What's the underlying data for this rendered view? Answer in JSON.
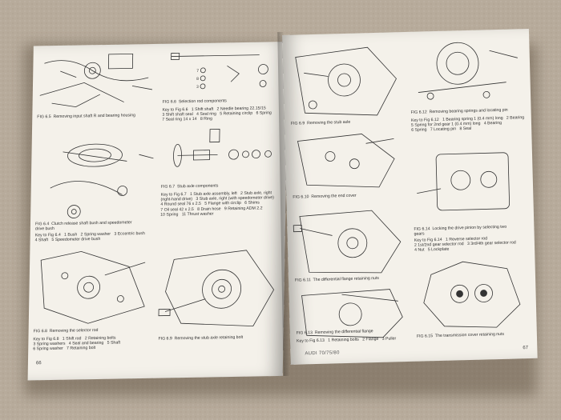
{
  "left_page": {
    "page_number": "66",
    "figures": [
      {
        "id": "fig-6-5",
        "caption": "FIG 6.5  Removing input shaft R and bearing housing"
      },
      {
        "id": "fig-6-6",
        "caption": "FIG 6.6  Selection rod components"
      },
      {
        "id": "fig-6-6-key",
        "caption": "Key to Fig 6.6   1 Shift shaft   2 Needle bearing 22.15/15\n3 Shift shaft seal   4 Seal ring   5 Retaining circlip   6 Spring\n7 Seal ring 14 x 14   8 Ring"
      },
      {
        "id": "fig-6-4",
        "caption": "FIG 6.4  Clutch release shaft bush and speedometer\ndrive bush"
      },
      {
        "id": "fig-6-4-key",
        "caption": "Key to Fig 6.4   1 Bush   2 Spring washer   3 Eccentric bush\n4 Shaft   5 Speedometer drive bush"
      },
      {
        "id": "fig-6-7",
        "caption": "FIG 6.7  Stub axle components"
      },
      {
        "id": "fig-6-7-key",
        "caption": "Key to Fig 6.7   1 Stub axle assembly, left   2 Stub axle, right\n(right-hand drive)   3 Stub axle, right (with speedometer drive)\n4 Round seal 76 x 2.5   5 Flange with circlip   6 Shims\n7 Oil seal 42 x 2.5   8 Drain hose   9 Retaining ADM 2.2\n10 Spring   11 Thrust washer"
      },
      {
        "id": "fig-6-8",
        "caption": "FIG 6.8  Removing the selector rod"
      },
      {
        "id": "fig-6-8-key",
        "caption": "Key to Fig 6.8   1 Shift rod   2 Retaining bolts\n3 Spring washers   4 Seal and bearing   5 Shaft\n6 Spring washer   7 Retaining bolt"
      },
      {
        "id": "fig-6-9",
        "caption": "FIG 6.9  Removing the stub axle retaining bolt"
      }
    ]
  },
  "right_page": {
    "page_number": "67",
    "footer": "AUDI 70/75/80",
    "figures": [
      {
        "id": "fig-6-9r",
        "caption": "FIG 6.9  Removing the stub axle"
      },
      {
        "id": "fig-6-12",
        "caption": "FIG 6.12  Removing bearing springs and locating pin"
      },
      {
        "id": "fig-6-12-key",
        "caption": "Key to Fig 6.12   1 Bearing spring 1 (0.4 mm) long   2 Bearing\n5 Spring for 2nd gear 1 (0.4 mm) long   4 Bearing\n6 Spring   7 Locating pin   8 Seal"
      },
      {
        "id": "fig-6-10",
        "caption": "FIG 6.10  Removing the end cover"
      },
      {
        "id": "fig-6-11",
        "caption": "FIG 6.11  The differential flange retaining nuts"
      },
      {
        "id": "fig-6-14",
        "caption": "FIG 6.14  Locking the drive pinion by selecting two\ngears"
      },
      {
        "id": "fig-6-14-key",
        "caption": "Key to Fig 6.14   1 Reverse selector rod\n2 1st/2nd gear selector rod   3 3rd/4th gear selector rod\n4 Nut   5 Lockplate"
      },
      {
        "id": "fig-6-13",
        "caption": "FIG 6.13  Removing the differential flange"
      },
      {
        "id": "fig-6-13-key",
        "caption": "Key to Fig 6.13   1 Retaining bolts   2 Flange   3 Puller"
      },
      {
        "id": "fig-6-15",
        "caption": "FIG 6.15  The transmission cover retaining nuts"
      }
    ]
  },
  "colors": {
    "paper": "#f4f1ea",
    "floor": "#b9ad9e",
    "ink": "#2a2a2a"
  }
}
